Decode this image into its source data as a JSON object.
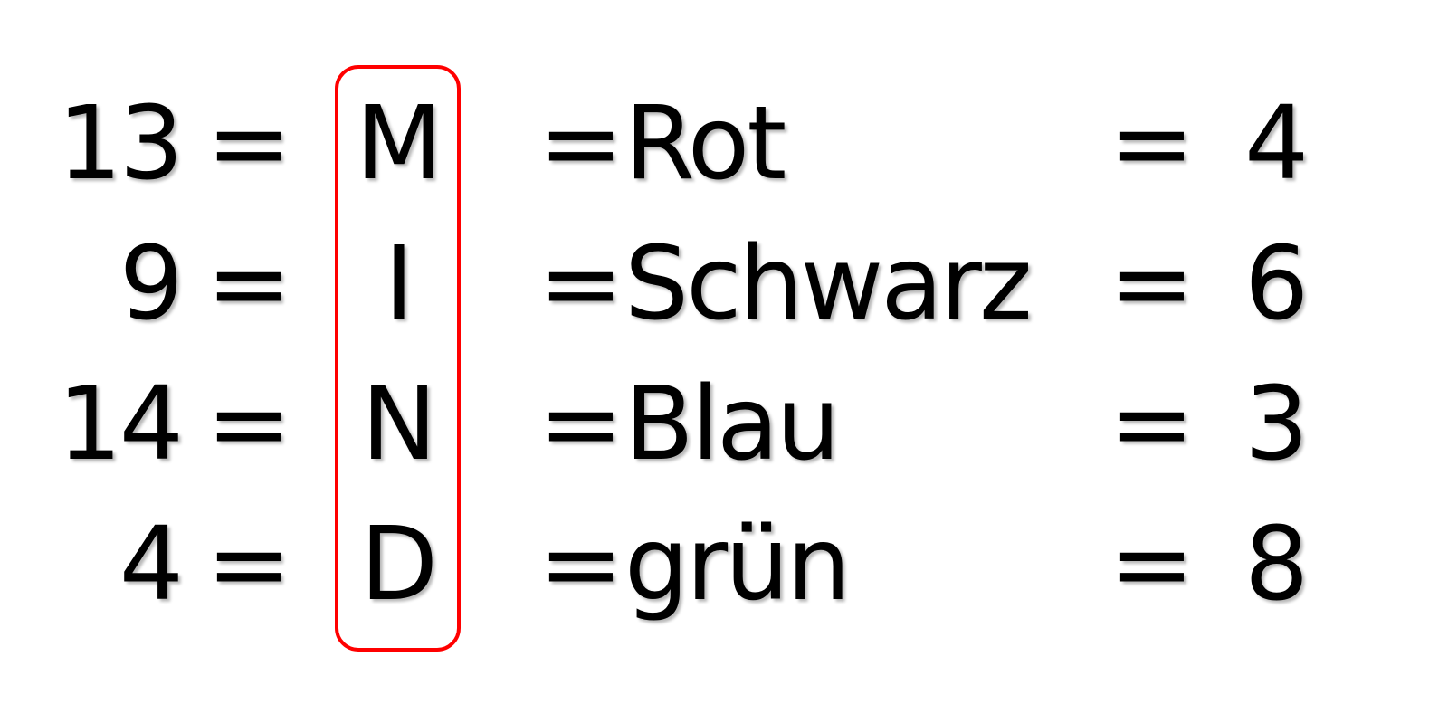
{
  "rows": [
    {
      "number": "13",
      "eq1": "=",
      "letter": "M",
      "eq2": "=",
      "color": "Rot",
      "eq3": "=",
      "value": "4"
    },
    {
      "number": "9",
      "eq1": "=",
      "letter": "I",
      "eq2": "=",
      "color": "Schwarz",
      "eq3": "=",
      "value": "6"
    },
    {
      "number": "14",
      "eq1": "=",
      "letter": "N",
      "eq2": "=",
      "color": "Blau",
      "eq3": "=",
      "value": "3"
    },
    {
      "number": "4",
      "eq1": "=",
      "letter": "D",
      "eq2": "=",
      "color": "grün",
      "eq3": "=",
      "value": "8"
    }
  ],
  "highlight": {
    "word": "MIND",
    "border_color": "#ff0000"
  }
}
